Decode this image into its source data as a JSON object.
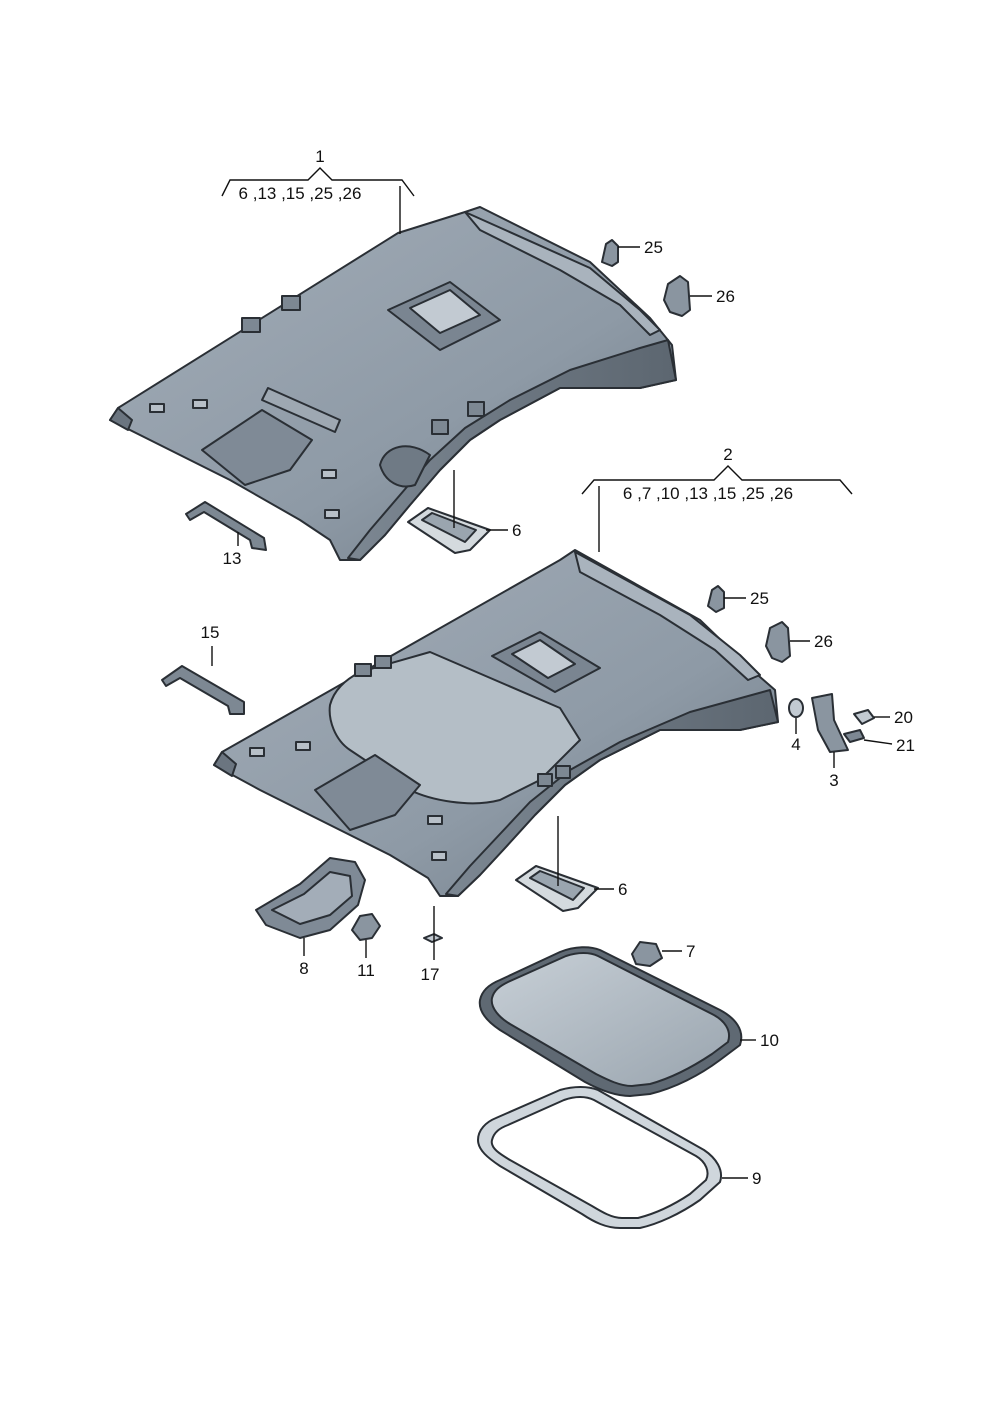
{
  "callouts": {
    "c1": "1",
    "c1_sub": "6 ,13 ,15 ,25 ,26",
    "c2": "2",
    "c2_sub": "6 ,7 ,10 ,13 ,15 ,25 ,26",
    "c25a": "25",
    "c26a": "26",
    "c6a": "6",
    "c13": "13",
    "c25b": "25",
    "c26b": "26",
    "c15": "15",
    "c4": "4",
    "c3": "3",
    "c20": "20",
    "c21": "21",
    "c6b": "6",
    "c8": "8",
    "c11": "11",
    "c17": "17",
    "c7": "7",
    "c10": "10",
    "c9": "9"
  },
  "colors": {
    "headliner": "#8e9aa6",
    "headliner_light": "#a9b3bd",
    "headliner_dark": "#66717c",
    "glass": "#b4bec6",
    "outline": "#2a2f35"
  }
}
